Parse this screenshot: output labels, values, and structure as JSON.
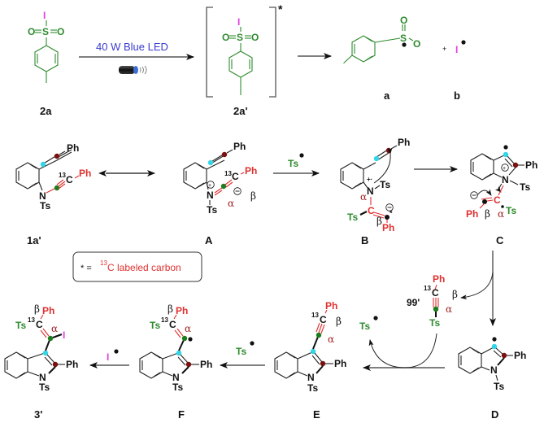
{
  "colors": {
    "black": "#111111",
    "green": "#2e8b2e",
    "red": "#e03030",
    "magenta": "#e040e0",
    "blue_led_text": "#3a3ad0",
    "cyan_dot": "#33d6e8",
    "darkred_dot": "#7a1010",
    "green_dot": "#1e7d1e",
    "alpha_color": "#a02020"
  },
  "step1": {
    "reactant_label": "2a",
    "intermediate_label": "2a'",
    "excited_mark": "*",
    "condition": "40  W Blue LED",
    "light_icon": "led-flashlight-icon",
    "product_a_label": "a",
    "product_b_label": "b",
    "plus": "+",
    "iodine": "I",
    "sulfur": "S",
    "oxygen": "O"
  },
  "compounds": {
    "c1a": "1a'",
    "A": "A",
    "B": "B",
    "C": "C",
    "D": "D",
    "E": "E",
    "F": "F",
    "c3": "3'",
    "c99": "99'"
  },
  "atoms": {
    "Ph": "Ph",
    "Ts": "Ts",
    "N": "N",
    "C": "C",
    "I": "I",
    "c13_sup": "13",
    "alpha": "α",
    "beta": "β",
    "plus_charge": "+",
    "minus_charge": "−",
    "radical_plus": "+·",
    "star": "*"
  },
  "legend": {
    "star": "* = ",
    "sup": "13",
    "text": "C labeled carbon"
  },
  "reagents": {
    "ts_radical": "Ts",
    "i_radical": "I"
  }
}
